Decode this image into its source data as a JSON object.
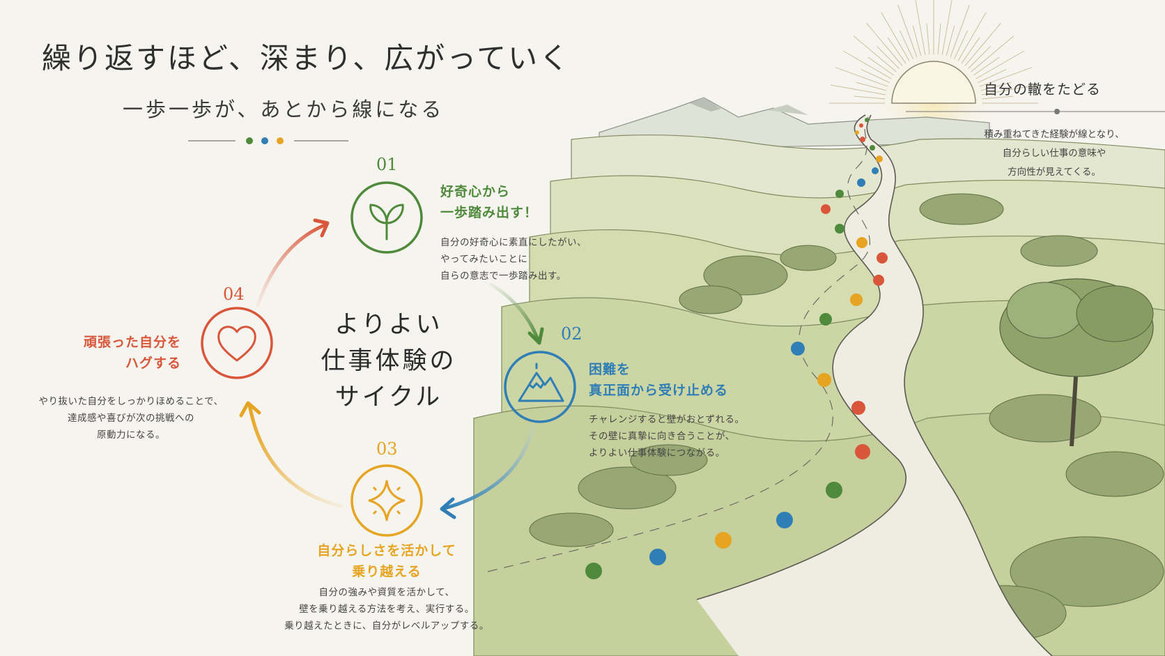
{
  "title": "繰り返すほど、深まり、広がっていく",
  "subtitle": "一歩一歩が、あとから線になる",
  "center_label": [
    "よりよい",
    "仕事体験の",
    "サイクル"
  ],
  "steps": [
    {
      "number": "01",
      "heading": [
        "好奇心から",
        "一歩踏み出す！"
      ],
      "body": [
        "自分の好奇心に素直にしたがい、",
        "やってみたいことに",
        "自らの意志で一歩踏み出す。"
      ],
      "color": "#4f8a3c",
      "icon": "sprout-icon"
    },
    {
      "number": "02",
      "heading": [
        "困難を",
        "真正面から受け止める"
      ],
      "body": [
        "チャレンジすると壁がおとずれる。",
        "その壁に真摯に向き合うことが、",
        "よりよい仕事体験につながる。"
      ],
      "color": "#2f7fb6",
      "icon": "mountain-icon"
    },
    {
      "number": "03",
      "heading": [
        "自分らしさを活かして",
        "乗り越える"
      ],
      "body": [
        "自分の強みや資質を活かして、",
        "壁を乗り越える方法を考え、実行する。",
        "乗り越えたときに、自分がレベルアップする。"
      ],
      "color": "#e7a422",
      "icon": "sparkle-icon"
    },
    {
      "number": "04",
      "heading": [
        "頑張った自分を",
        "ハグする"
      ],
      "body": [
        "やり抜いた自分をしっかりほめることで、",
        "達成感や喜びが次の挑戦への",
        "原動力になる。"
      ],
      "color": "#d9563a",
      "icon": "heart-icon"
    }
  ],
  "path_panel": {
    "title": "自分の轍をたどる",
    "body": [
      "積み重ねてきた経験が線となり、",
      "自分らしい仕事の意味や",
      "方向性が見えてくる。"
    ]
  },
  "colors": {
    "green": "#4f8a3c",
    "blue": "#2f7fb6",
    "orange": "#e7a422",
    "red": "#d9563a",
    "background": "#f6f4ee"
  }
}
